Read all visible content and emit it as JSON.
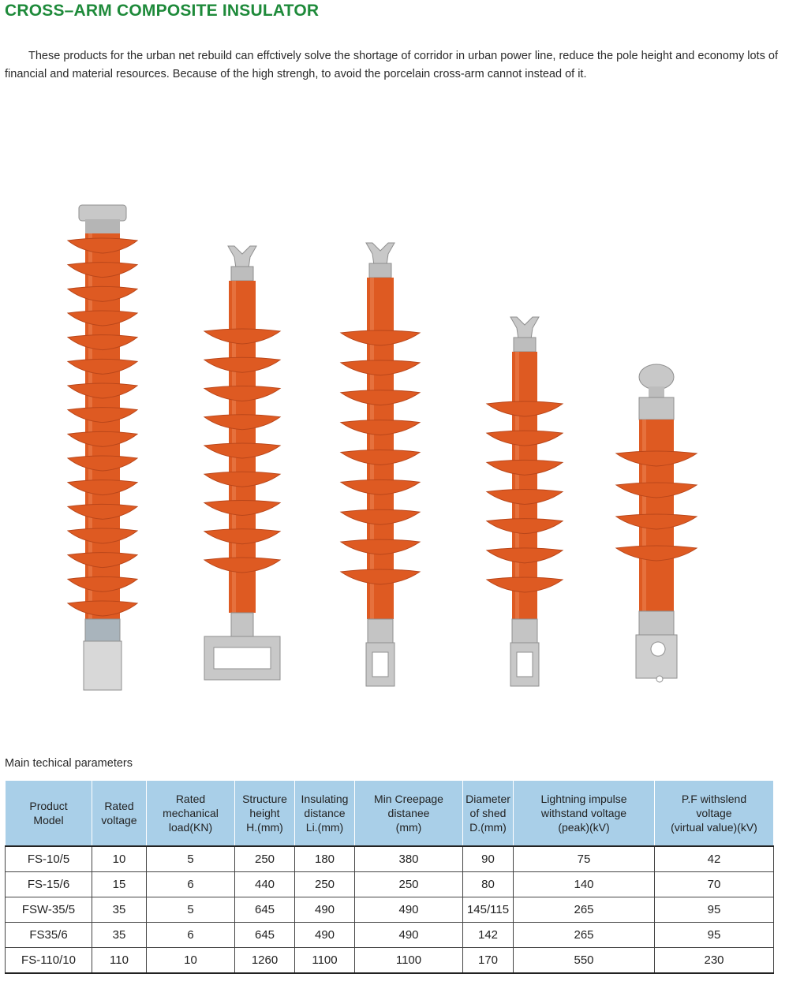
{
  "page": {
    "title": "CROSS–ARM COMPOSITE INSULATOR",
    "intro": "These products for the urban net rebuild can effctively solve the shortage of corridor in urban power line, reduce the pole height and economy lots of financial and material resources. Because of the high strengh, to avoid the porcelain cross-arm cannot instead of it."
  },
  "colors": {
    "title_green": "#1e8a3a",
    "insulator_orange": "#de5a22",
    "fitting_grey": "#c8c8c8",
    "table_header_blue": "#a9cfe8"
  },
  "figure": {
    "insulators": [
      {
        "fitting_top": "cap",
        "sheds": 16,
        "fitting_bottom": "plate"
      },
      {
        "fitting_top": "clevis",
        "sheds": 9,
        "fitting_bottom": "rect-frame"
      },
      {
        "fitting_top": "clevis",
        "sheds": 9,
        "fitting_bottom": "tongue-slot"
      },
      {
        "fitting_top": "clevis",
        "sheds": 7,
        "fitting_bottom": "tongue-slot"
      },
      {
        "fitting_top": "ball",
        "sheds": 4,
        "fitting_bottom": "plate-holes"
      }
    ]
  },
  "table": {
    "label": "Main techical parameters",
    "headers": [
      "Product\nModel",
      "Rated\nvoltage",
      "Rated\nmechanical\nload(KN)",
      "Structure\nheight\nH.(mm)",
      "Insulating\ndistance\nLi.(mm)",
      "Min Creepage\ndistanee\n(mm)",
      "Diameter\nof shed\nD.(mm)",
      "Lightning impulse\nwithstand voltage\n(peak)(kV)",
      "P.F withslend\nvoltage\n(virtual value)(kV)"
    ],
    "rows": [
      [
        "FS-10/5",
        "10",
        "5",
        "250",
        "180",
        "380",
        "90",
        "75",
        "42"
      ],
      [
        "FS-15/6",
        "15",
        "6",
        "440",
        "250",
        "250",
        "80",
        "140",
        "70"
      ],
      [
        "FSW-35/5",
        "35",
        "5",
        "645",
        "490",
        "490",
        "145/115",
        "265",
        "95"
      ],
      [
        "FS35/6",
        "35",
        "6",
        "645",
        "490",
        "490",
        "142",
        "265",
        "95"
      ],
      [
        "FS-110/10",
        "110",
        "10",
        "1260",
        "1100",
        "1100",
        "170",
        "550",
        "230"
      ]
    ]
  }
}
